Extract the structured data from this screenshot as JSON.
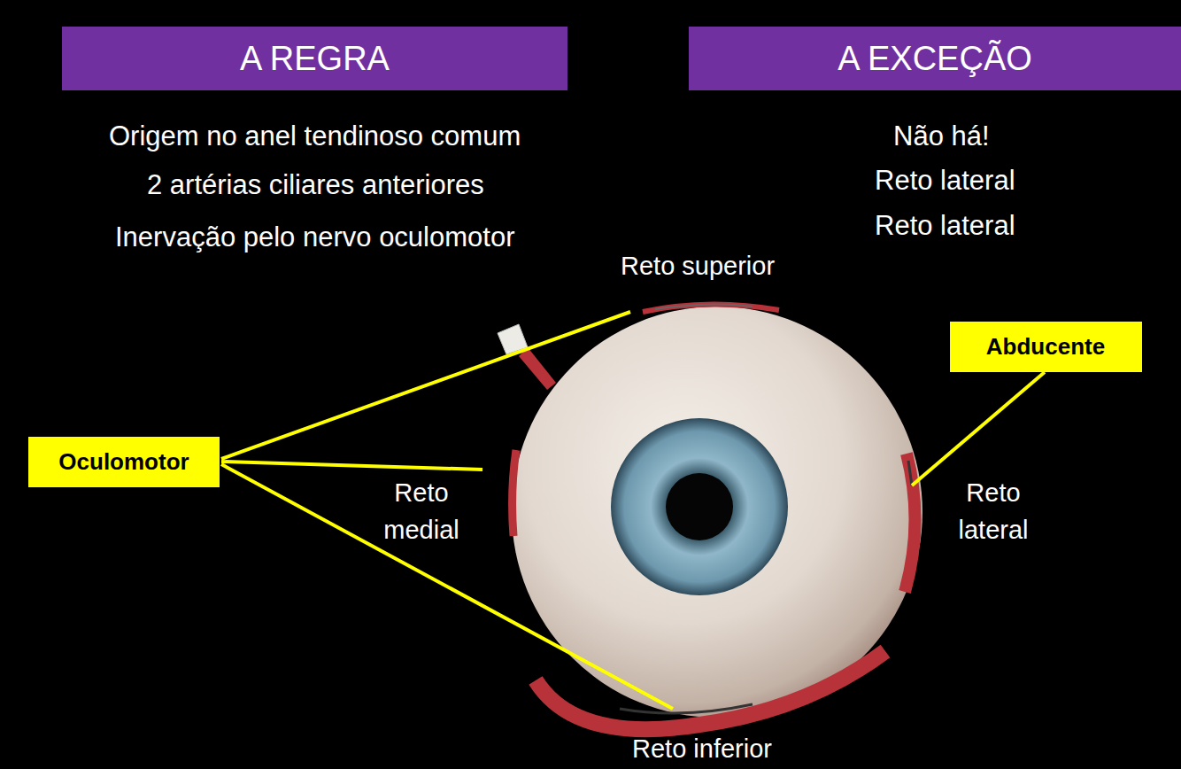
{
  "diagram": {
    "nodes": [
      {
        "text": [
          "A REGRA"
        ]
      },
      {
        "text": [
          "A EXCEÇÃO"
        ]
      },
      {
        "text": [
          "Oculomotor"
        ]
      },
      {
        "text": [
          "Abducente"
        ]
      }
    ],
    "labels": [
      "Origem no anel tendinoso comum",
      "2 artérias ciliares anteriores",
      "Inervação pelo nervo oculomotor",
      "Não há!",
      "Reto lateral",
      "Reto lateral",
      "Reto superior",
      "Reto medial",
      "Reto lateral",
      "Reto inferior"
    ]
  }
}
